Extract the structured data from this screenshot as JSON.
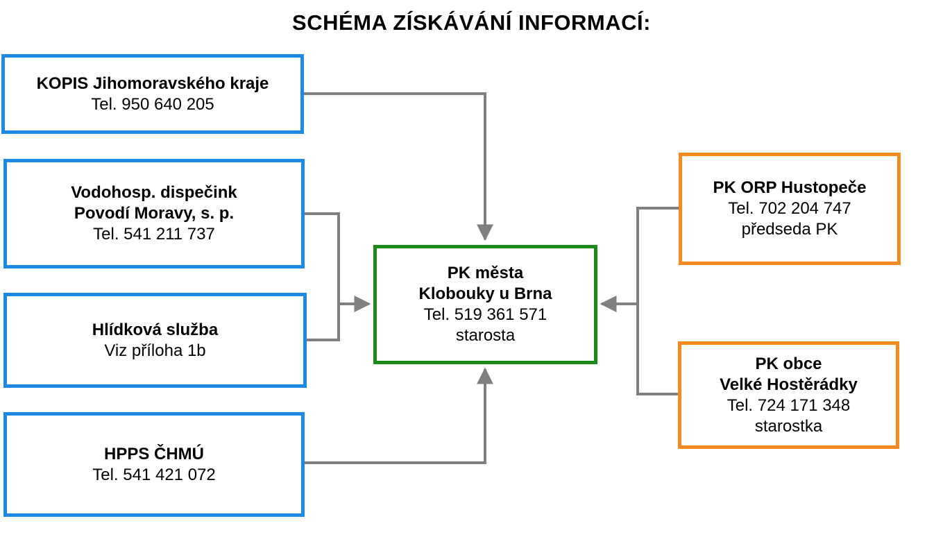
{
  "title": "SCHÉMA ZÍSKÁVÁNÍ INFORMACÍ:",
  "colors": {
    "source": "#1e88e5",
    "center": "#1b8a1b",
    "regional": "#f68a1e",
    "connector": "#808080"
  },
  "nodes": {
    "kopis": {
      "name": "KOPIS Jihomoravského kraje",
      "phone": "Tel.  950 640 205"
    },
    "povodi": {
      "name1": "Vodohosp. dispečink",
      "name2": "Povodí Moravy, s. p.",
      "phone": "Tel. 541 211 737"
    },
    "hlidkova": {
      "name": "Hlídková služba",
      "note": "Viz příloha 1b"
    },
    "hpps": {
      "name": "HPPS ČHMÚ",
      "phone": "Tel. 541 421 072"
    },
    "center": {
      "name1": "PK města",
      "name2": "Klobouky u Brna",
      "phone": "Tel. 519 361 571",
      "role": "starosta"
    },
    "orp": {
      "name": "PK ORP Hustopeče",
      "phone": "Tel. 702 204 747",
      "role": "předseda PK"
    },
    "obec": {
      "name1": "PK obce",
      "name2": "Velké Hostěrádky",
      "phone": "Tel. 724 171 348",
      "role": "starostka"
    }
  }
}
